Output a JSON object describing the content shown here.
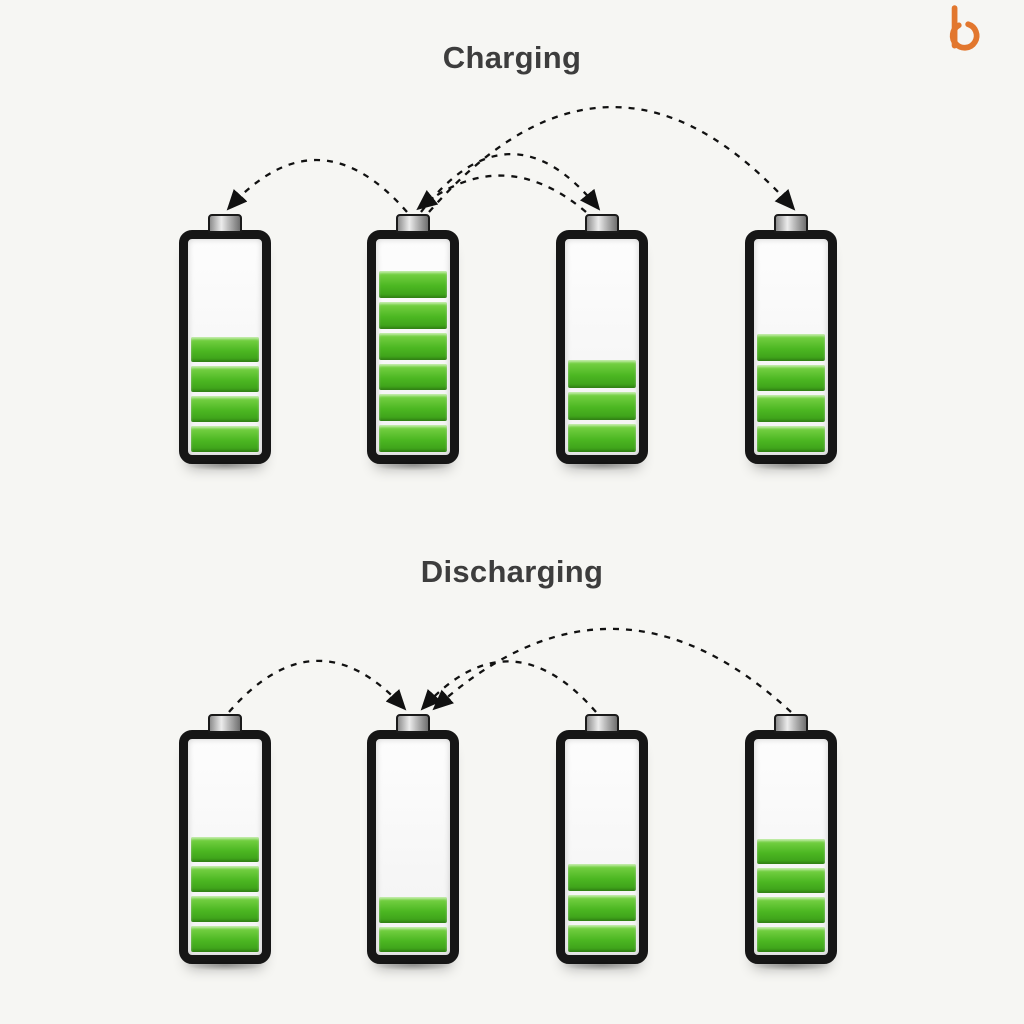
{
  "page": {
    "background": "#f6f6f3"
  },
  "logo": {
    "icon": "brand-mark-b",
    "color": "#e2772e"
  },
  "colors": {
    "battery_frame": "#161616",
    "battery_green": "#4cb722",
    "battery_green_light": "#7ed64a",
    "arrow": "#111111",
    "title": "#3d3d3d",
    "accent": "#e2772e",
    "background": "#f6f6f3"
  },
  "sections": [
    {
      "id": "charging",
      "title": "Charging",
      "batteries": [
        {
          "fill_percent": 55,
          "segments": 4
        },
        {
          "fill_percent": 86,
          "segments": 6
        },
        {
          "fill_percent": 44,
          "segments": 3
        },
        {
          "fill_percent": 56,
          "segments": 4
        }
      ],
      "arrows": [
        {
          "from": 2,
          "to": 1,
          "sdx": -6,
          "edx": 4,
          "lift": 0.55
        },
        {
          "from": 2,
          "to": 3,
          "sdx": 8,
          "edx": -4,
          "lift": 0.62
        },
        {
          "from": 3,
          "to": 2,
          "sdx": -16,
          "edx": 6,
          "lift": 0.4
        },
        {
          "from": 2,
          "to": 4,
          "sdx": 16,
          "edx": 2,
          "lift": 0.56
        }
      ]
    },
    {
      "id": "discharging",
      "title": "Discharging",
      "batteries": [
        {
          "fill_percent": 55,
          "segments": 4
        },
        {
          "fill_percent": 26,
          "segments": 2
        },
        {
          "fill_percent": 42,
          "segments": 3
        },
        {
          "fill_percent": 54,
          "segments": 4
        }
      ],
      "arrows": [
        {
          "from": 1,
          "to": 2,
          "sdx": 4,
          "edx": -9,
          "lift": 0.55
        },
        {
          "from": 3,
          "to": 2,
          "sdx": -6,
          "edx": 10,
          "lift": 0.55
        },
        {
          "from": 4,
          "to": 2,
          "sdx": 0,
          "edx": 22,
          "lift": 0.45
        }
      ]
    }
  ]
}
